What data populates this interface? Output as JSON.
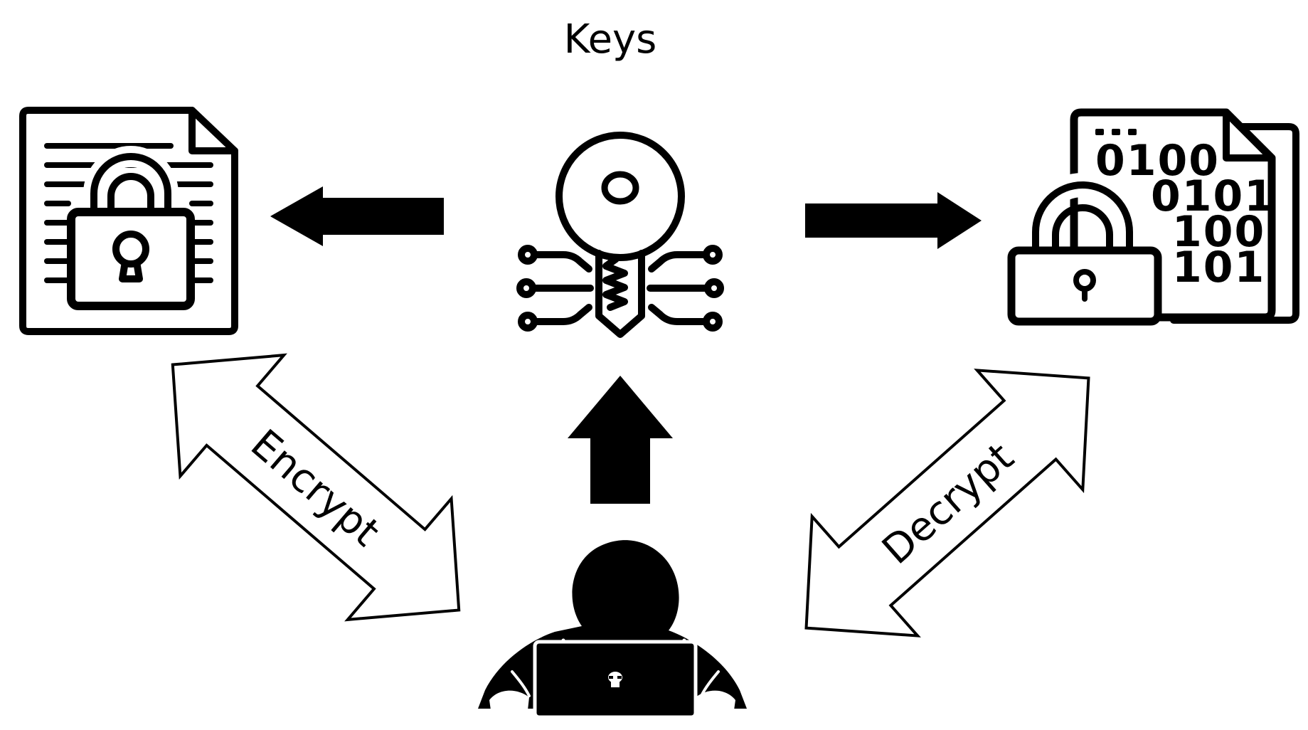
{
  "diagram": {
    "title": "Keys",
    "encrypt_label": "Encrypt",
    "decrypt_label": "Decrypt",
    "binary_lines": [
      "0100",
      "0101",
      "100",
      "101"
    ]
  },
  "icons": {
    "encrypted_document": "locked-document-icon",
    "key": "digital-key-icon",
    "decrypted_data": "unlocked-binary-file-icon",
    "attacker": "hooded-hacker-laptop-icon"
  },
  "colors": {
    "foreground": "#000000",
    "background": "#ffffff"
  }
}
